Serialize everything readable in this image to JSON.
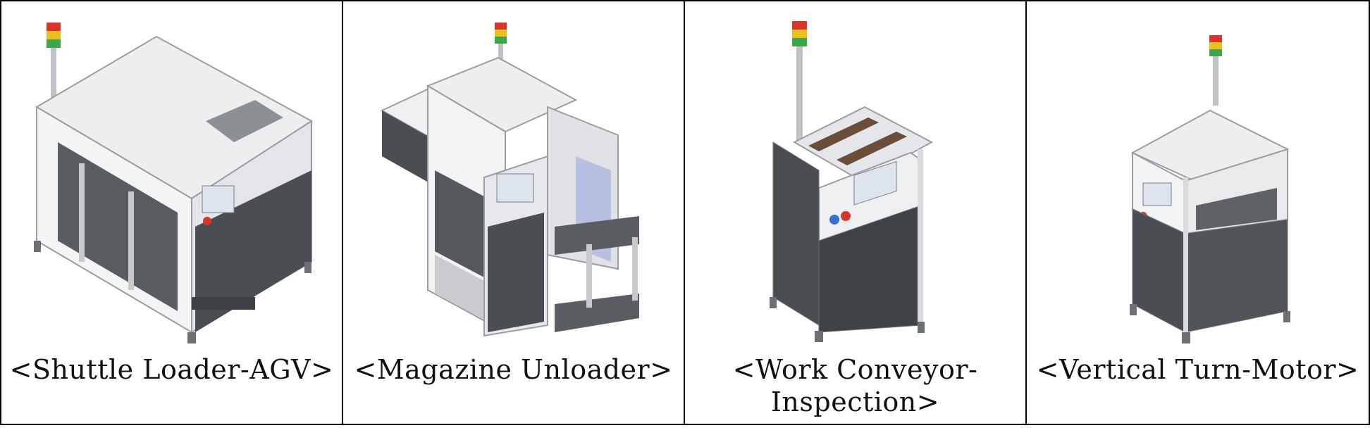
{
  "machines": [
    {
      "caption": "<Shuttle Loader-AGV>",
      "icon": "shuttle-loader-agv-machine"
    },
    {
      "caption": "<Magazine Unloader>",
      "icon": "magazine-unloader-machine"
    },
    {
      "caption": "<Work Conveyor-Inspection>",
      "icon": "work-conveyor-inspection-machine"
    },
    {
      "caption": "<Vertical Turn-Motor>",
      "icon": "vertical-turn-motor-machine"
    }
  ],
  "colors": {
    "frame_light": "#e9eaec",
    "panel_dark": "#4a4d52",
    "border": "#000000",
    "signal_red": "#d9342b",
    "signal_yellow": "#e8c020",
    "signal_green": "#3aa84a"
  }
}
